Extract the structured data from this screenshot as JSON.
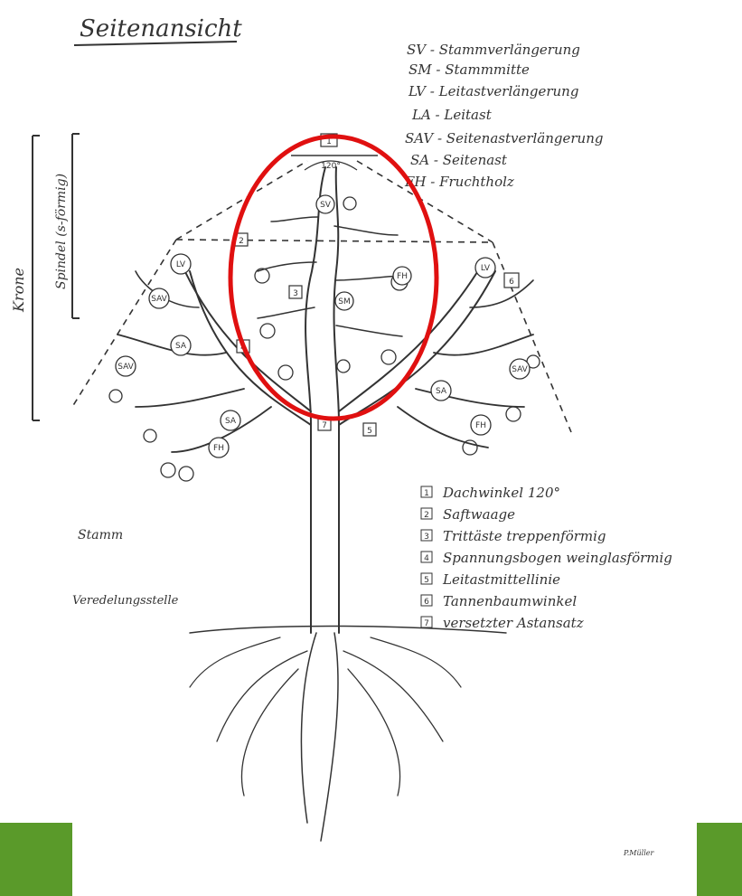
{
  "title": "Seitenansicht",
  "abbrev_legend": [
    {
      "code": "SV",
      "text": "SV - Stammverlängerung"
    },
    {
      "code": "SM",
      "text": "SM - Stammmitte"
    },
    {
      "code": "LV",
      "text": "LV - Leitastverlängerung"
    },
    {
      "code": "LA",
      "text": "LA - Leitast"
    },
    {
      "code": "SAV",
      "text": "SAV - Seitenastverlängerung"
    },
    {
      "code": "SA",
      "text": "SA - Seitenast"
    },
    {
      "code": "FH",
      "text": "FH - Fruchtholz"
    }
  ],
  "side_labels": {
    "krone": "Krone",
    "spindel": "Spindel (s-förmig)",
    "stamm": "Stamm",
    "veredelung": "Veredelungsstelle"
  },
  "angle_label": "120°",
  "numbered_legend": [
    {
      "num": "1",
      "text": "Dachwinkel 120°"
    },
    {
      "num": "2",
      "text": "Saftwaage"
    },
    {
      "num": "3",
      "text": "Trittäste treppenförmig"
    },
    {
      "num": "4",
      "text": "Spannungsbogen weinglasförmig"
    },
    {
      "num": "5",
      "text": "Leitastmittellinie"
    },
    {
      "num": "6",
      "text": "Tannenbaumwinkel"
    },
    {
      "num": "7",
      "text": "versetzter Astansatz"
    }
  ],
  "signature": "P.Müller",
  "tree_labels": {
    "sv": "SV",
    "sm": "SM",
    "lv": "LV",
    "sav": "SAV",
    "sa": "SA",
    "fh": "FH",
    "n1": "1",
    "n2": "2",
    "n3": "3",
    "n4": "4",
    "n5": "5",
    "n6": "6",
    "n7": "7"
  },
  "colors": {
    "highlight_ellipse": "#e01010",
    "green_bar": "#5a9a2a",
    "ink": "#333333"
  }
}
